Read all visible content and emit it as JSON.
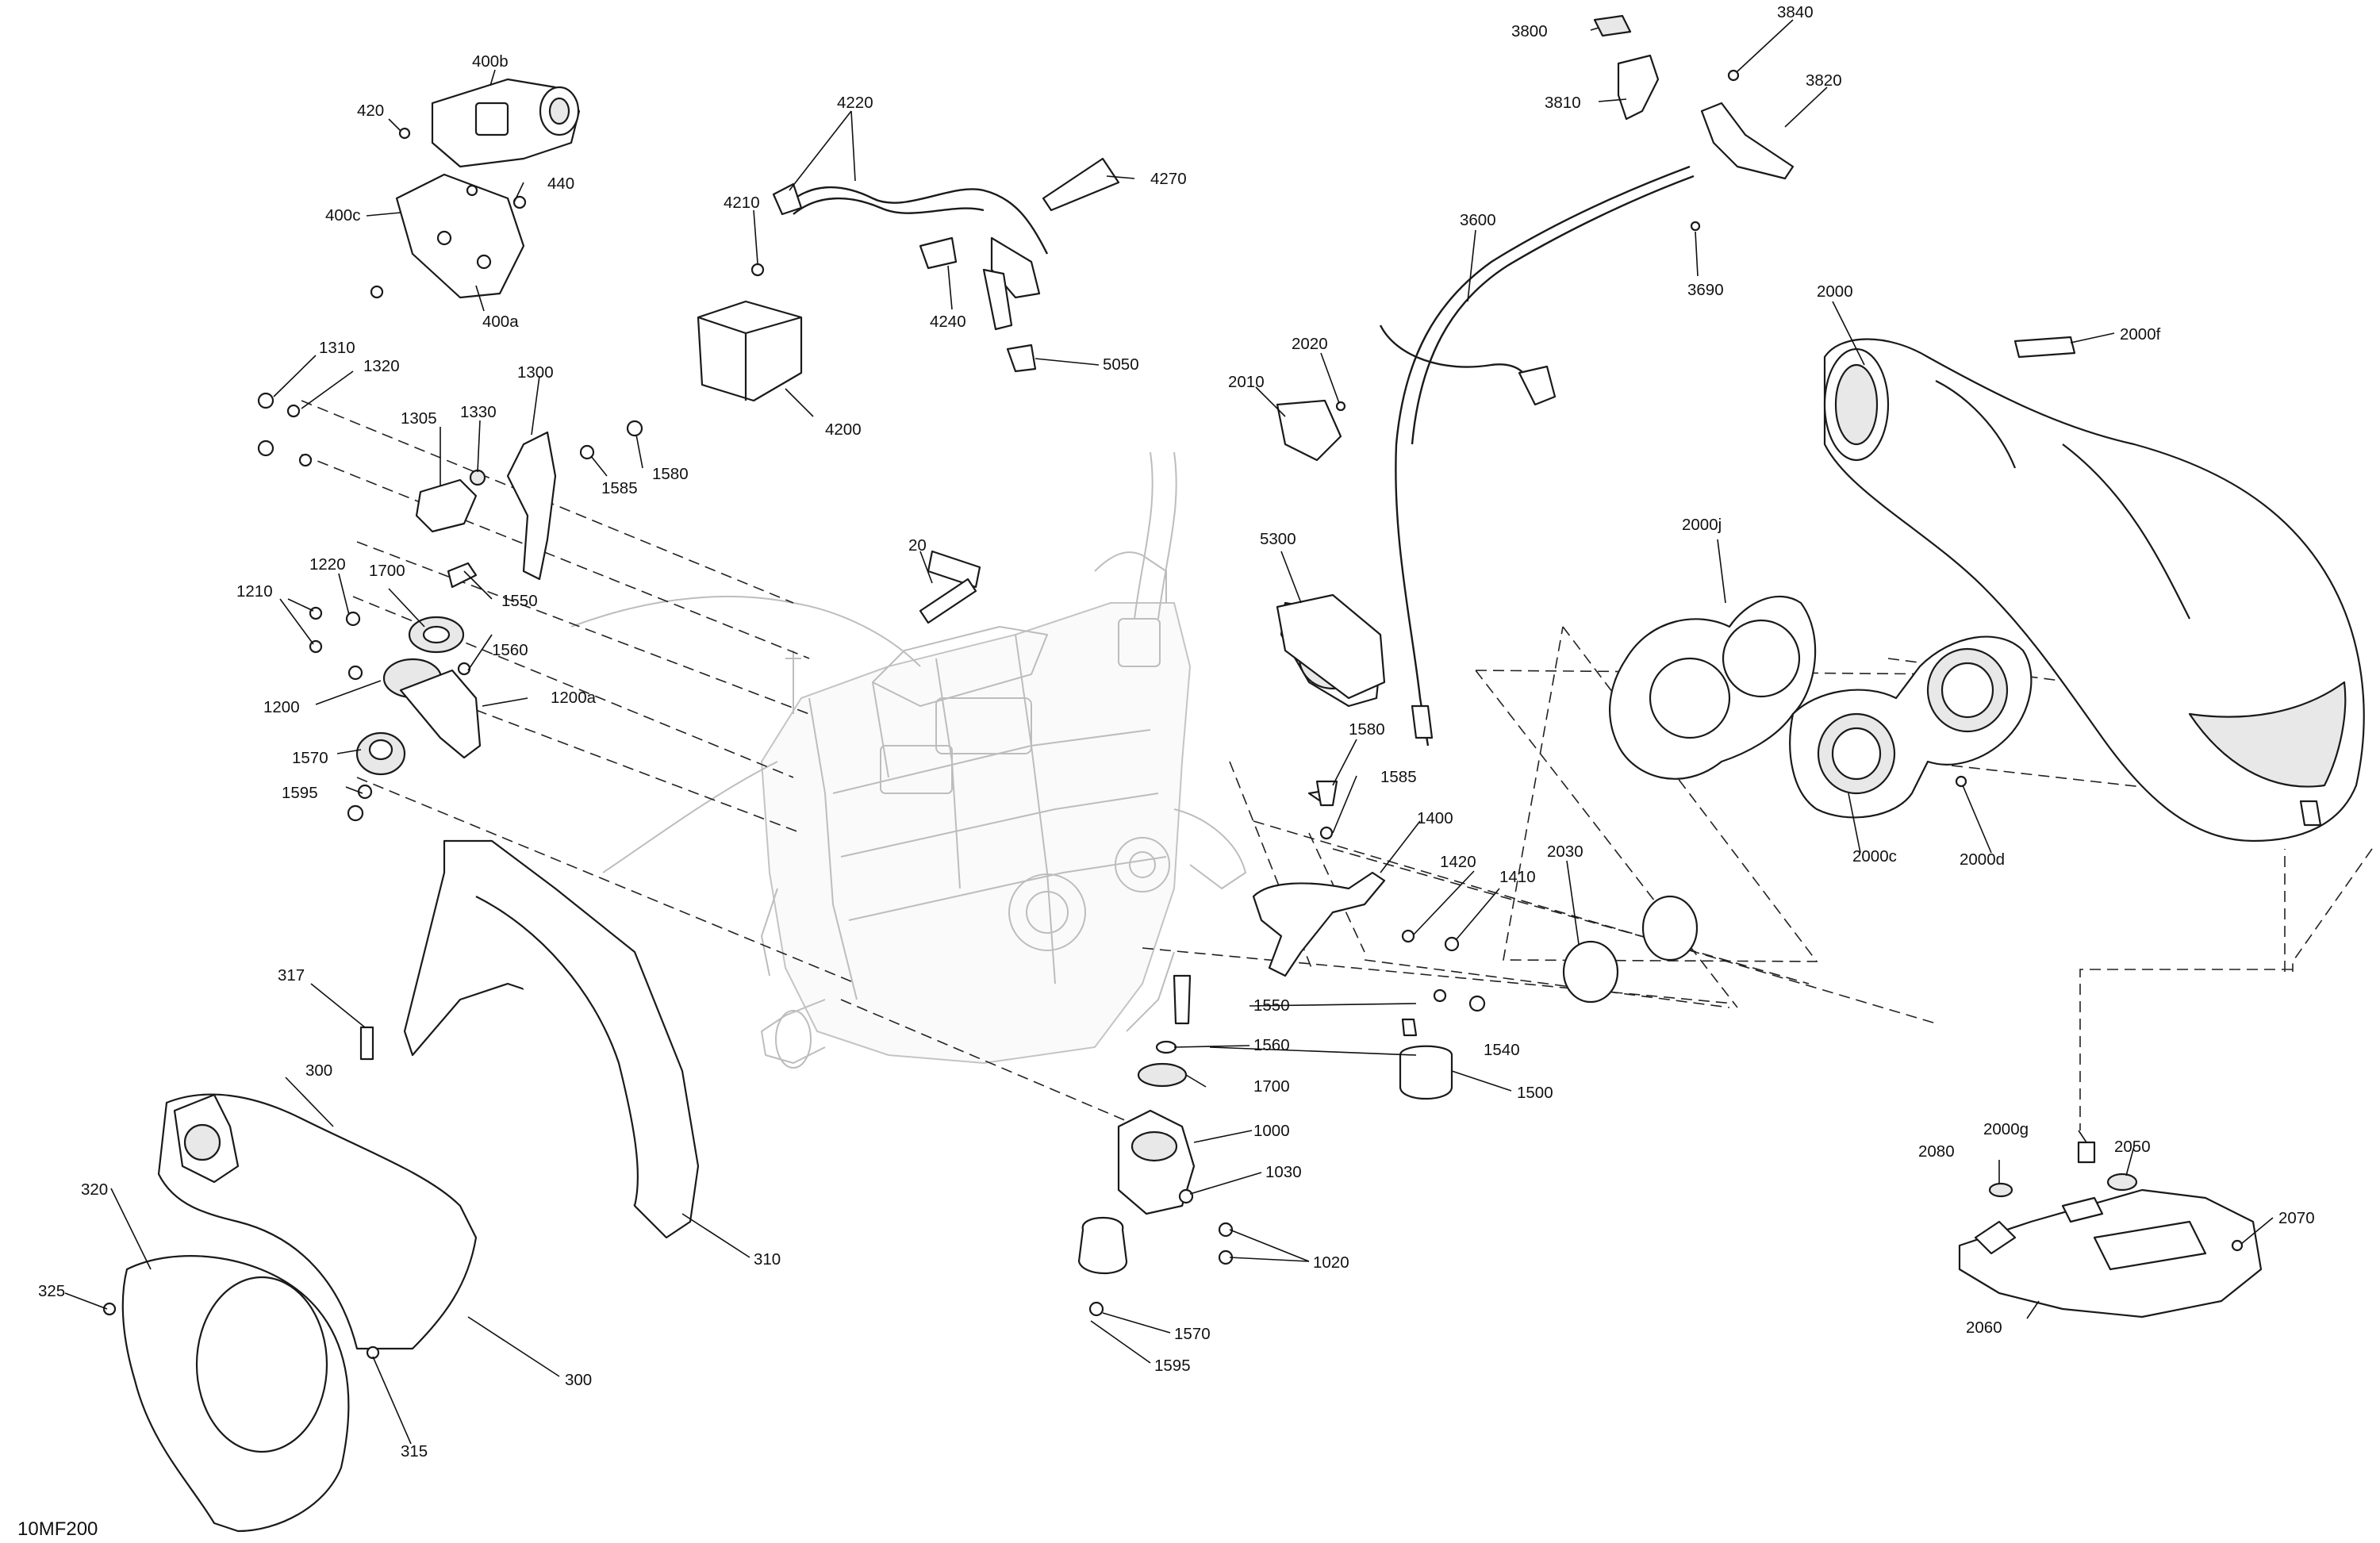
{
  "diagram": {
    "figure_id": "10MF200",
    "callouts": [
      {
        "id": "400b",
        "label": "400b"
      },
      {
        "id": "420",
        "label": "420"
      },
      {
        "id": "400c",
        "label": "400c"
      },
      {
        "id": "440",
        "label": "440"
      },
      {
        "id": "400a",
        "label": "400a"
      },
      {
        "id": "4220",
        "label": "4220"
      },
      {
        "id": "4210",
        "label": "4210"
      },
      {
        "id": "4270",
        "label": "4270"
      },
      {
        "id": "4240",
        "label": "4240"
      },
      {
        "id": "5050",
        "label": "5050"
      },
      {
        "id": "4200",
        "label": "4200"
      },
      {
        "id": "3800",
        "label": "3800"
      },
      {
        "id": "3840",
        "label": "3840"
      },
      {
        "id": "3810",
        "label": "3810"
      },
      {
        "id": "3820",
        "label": "3820"
      },
      {
        "id": "3600",
        "label": "3600"
      },
      {
        "id": "3690",
        "label": "3690"
      },
      {
        "id": "2000",
        "label": "2000"
      },
      {
        "id": "2000f",
        "label": "2000f"
      },
      {
        "id": "2020",
        "label": "2020"
      },
      {
        "id": "2010",
        "label": "2010"
      },
      {
        "id": "1310",
        "label": "1310"
      },
      {
        "id": "1320",
        "label": "1320"
      },
      {
        "id": "1300",
        "label": "1300"
      },
      {
        "id": "1305",
        "label": "1305"
      },
      {
        "id": "1330",
        "label": "1330"
      },
      {
        "id": "1585a",
        "label": "1585"
      },
      {
        "id": "1580a",
        "label": "1580"
      },
      {
        "id": "2000j",
        "label": "2000j"
      },
      {
        "id": "5300",
        "label": "5300"
      },
      {
        "id": "20",
        "label": "20"
      },
      {
        "id": "1220",
        "label": "1220"
      },
      {
        "id": "1700a",
        "label": "1700"
      },
      {
        "id": "1210",
        "label": "1210"
      },
      {
        "id": "1550a",
        "label": "1550"
      },
      {
        "id": "1560a",
        "label": "1560"
      },
      {
        "id": "1200",
        "label": "1200"
      },
      {
        "id": "1200a",
        "label": "1200a"
      },
      {
        "id": "1570a",
        "label": "1570"
      },
      {
        "id": "1595a",
        "label": "1595"
      },
      {
        "id": "1580b",
        "label": "1580"
      },
      {
        "id": "1585b",
        "label": "1585"
      },
      {
        "id": "1400",
        "label": "1400"
      },
      {
        "id": "2000c",
        "label": "2000c"
      },
      {
        "id": "2000d",
        "label": "2000d"
      },
      {
        "id": "2030",
        "label": "2030"
      },
      {
        "id": "1420",
        "label": "1420"
      },
      {
        "id": "1410",
        "label": "1410"
      },
      {
        "id": "317",
        "label": "317"
      },
      {
        "id": "1550b",
        "label": "1550"
      },
      {
        "id": "1540",
        "label": "1540"
      },
      {
        "id": "1560b",
        "label": "1560"
      },
      {
        "id": "300a",
        "label": "300"
      },
      {
        "id": "1700b",
        "label": "1700"
      },
      {
        "id": "1500",
        "label": "1500"
      },
      {
        "id": "1000",
        "label": "1000"
      },
      {
        "id": "2000g",
        "label": "2000g"
      },
      {
        "id": "2050",
        "label": "2050"
      },
      {
        "id": "2080",
        "label": "2080"
      },
      {
        "id": "1030",
        "label": "1030"
      },
      {
        "id": "2070",
        "label": "2070"
      },
      {
        "id": "320",
        "label": "320"
      },
      {
        "id": "310",
        "label": "310"
      },
      {
        "id": "1020",
        "label": "1020"
      },
      {
        "id": "325",
        "label": "325"
      },
      {
        "id": "2060",
        "label": "2060"
      },
      {
        "id": "1570b",
        "label": "1570"
      },
      {
        "id": "1595b",
        "label": "1595"
      },
      {
        "id": "300b",
        "label": "300"
      },
      {
        "id": "315",
        "label": "315"
      }
    ]
  }
}
